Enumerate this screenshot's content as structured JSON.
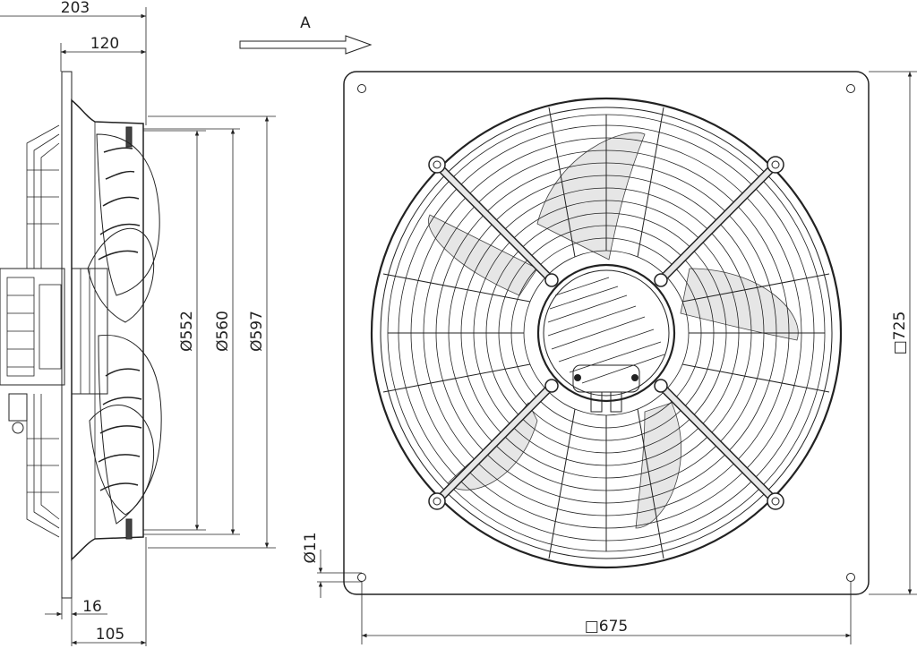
{
  "side_view": {
    "dim_total_depth": "203",
    "dim_inner_depth": "120",
    "dim_flange": "16",
    "dim_front_depth": "105",
    "dim_d1": "Ø552",
    "dim_d2": "Ø560",
    "dim_d3": "Ø597"
  },
  "view_label": "A",
  "front_view": {
    "dim_hole": "Ø11",
    "dim_plate_height": "□725",
    "dim_hole_spacing": "□675"
  },
  "colors": {
    "line": "#222222",
    "plate_fill": "#ededed",
    "blade_fill": "#dcdcdc",
    "hub_fill": "#d6d6d6"
  }
}
